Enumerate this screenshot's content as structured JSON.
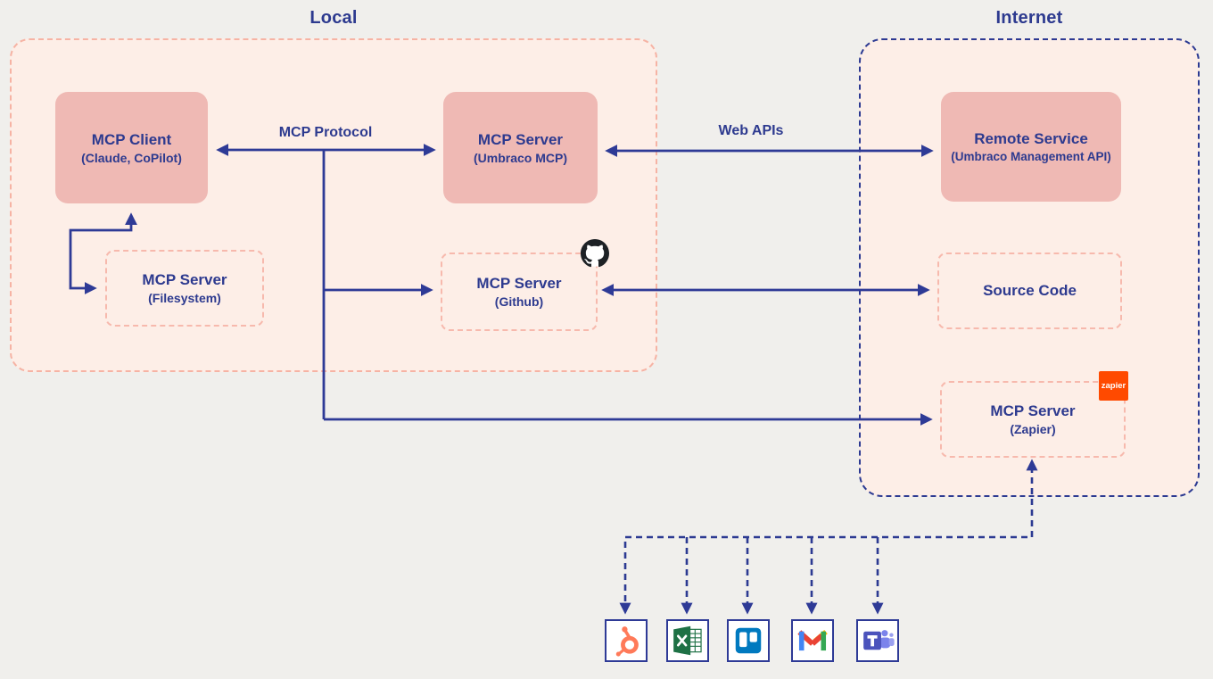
{
  "diagram": {
    "sections": {
      "local": {
        "label": "Local"
      },
      "internet": {
        "label": "Internet"
      }
    },
    "nodes": {
      "mcp_client": {
        "title": "MCP Client",
        "subtitle": "(Claude, CoPilot)"
      },
      "umbraco_server": {
        "title": "MCP Server",
        "subtitle": "(Umbraco MCP)"
      },
      "remote_service": {
        "title": "Remote Service",
        "subtitle": "(Umbraco Management API)"
      },
      "filesystem_server": {
        "title": "MCP Server",
        "subtitle": "(Filesystem)"
      },
      "github_server": {
        "title": "MCP Server",
        "subtitle": "(Github)"
      },
      "source_code": {
        "title": "Source Code"
      },
      "zapier_server": {
        "title": "MCP Server",
        "subtitle": "(Zapier)"
      }
    },
    "edge_labels": {
      "mcp_protocol": "MCP Protocol",
      "web_apis": "Web APIs"
    },
    "badges": {
      "zapier_text": "zapier",
      "github_icon": "github-icon",
      "zapier_icon": "zapier-icon"
    },
    "bottom_apps": [
      "hubspot-icon",
      "excel-icon",
      "trello-icon",
      "gmail-icon",
      "teams-icon"
    ],
    "colors": {
      "background": "#f0efec",
      "container_fill": "#fdeee7",
      "solid_node_fill": "#efb9b4",
      "pink_dashed_border": "#f6b3a4",
      "navy_text": "#2d3a8f",
      "navy_line": "#2e3a96",
      "zapier_orange": "#ff4a00",
      "hubspot_orange": "#ff7a59",
      "excel_green": "#1e7145",
      "trello_blue": "#0079bf",
      "teams_purple": "#4b53bc"
    }
  }
}
